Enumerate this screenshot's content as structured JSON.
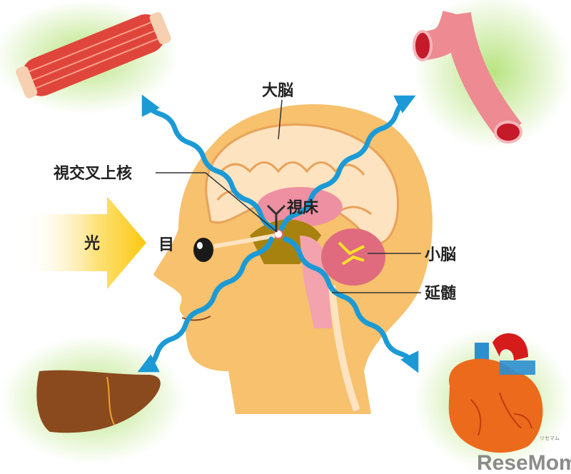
{
  "labels": {
    "cerebrum": "大脳",
    "scn": "視交叉上核",
    "thalamus": "視床",
    "light": "光",
    "eye": "目",
    "cerebellum": "小脳",
    "medulla": "延髄"
  },
  "organs": [
    "muscle",
    "blood-vessel",
    "liver",
    "heart"
  ],
  "watermark": {
    "text": "ReseMom",
    "sub": "リセマム"
  },
  "colors": {
    "skin": "#f7c16d",
    "brain": "#fde3c0",
    "arrow": "#1b9ad6",
    "light": "#fbd21a",
    "muscle": "#e0453b",
    "vessel": "#ee8a92",
    "liver": "#8a4a1e",
    "heart": "#ec6a1c"
  }
}
